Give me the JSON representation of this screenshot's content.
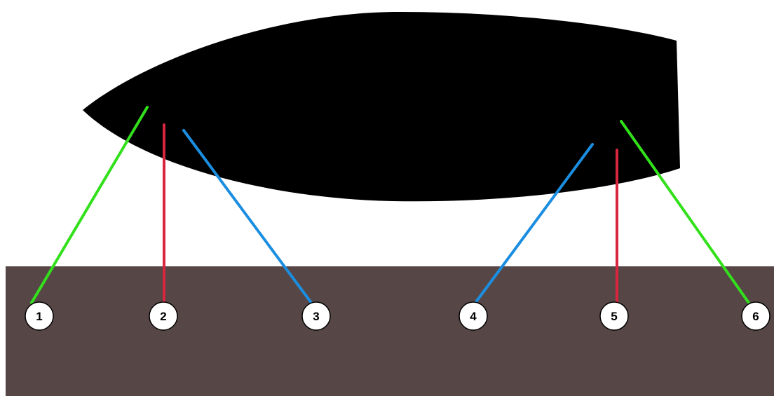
{
  "diagram": {
    "colors": {
      "background": "#ffffff",
      "hull": "#000000",
      "ground": "#574646",
      "marker_fill": "#ffffff",
      "marker_stroke": "#000000",
      "line_green": "#32e01b",
      "line_red": "#d7263d",
      "line_blue": "#1b8ee0"
    },
    "supports": [
      {
        "label": "1",
        "color": "green"
      },
      {
        "label": "2",
        "color": "red"
      },
      {
        "label": "3",
        "color": "blue"
      },
      {
        "label": "4",
        "color": "blue"
      },
      {
        "label": "5",
        "color": "red"
      },
      {
        "label": "6",
        "color": "green"
      }
    ]
  }
}
